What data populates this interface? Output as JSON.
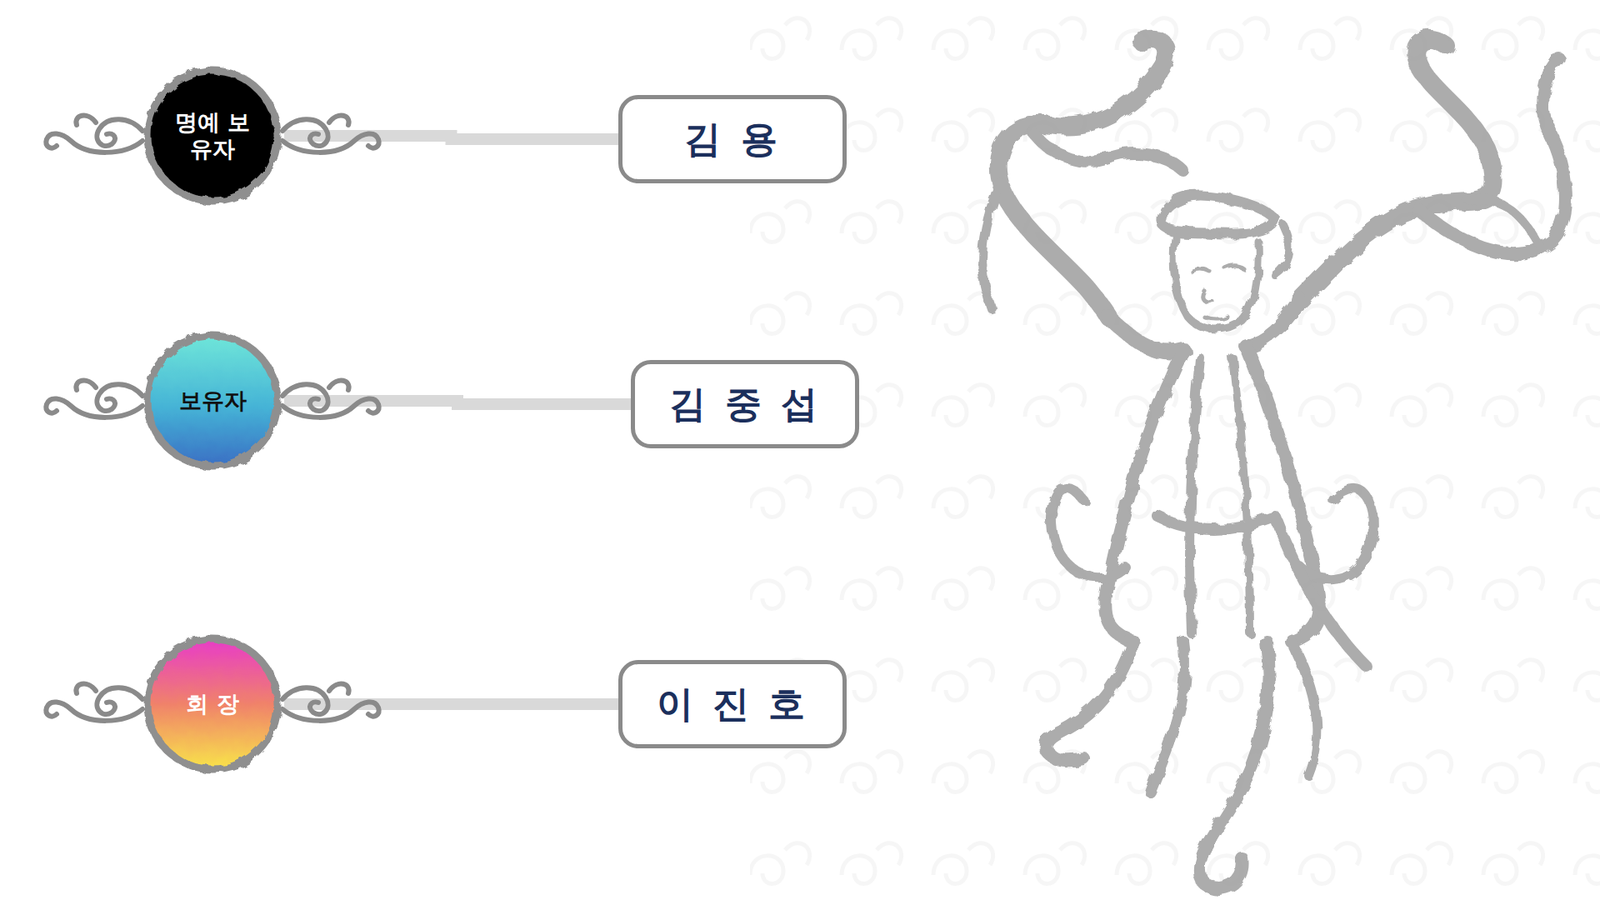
{
  "diagram": {
    "nodes": [
      {
        "text": [
          "명예 보유자"
        ]
      },
      {
        "text": [
          "김 용"
        ]
      },
      {
        "text": [
          "보유자"
        ]
      },
      {
        "text": [
          "김 중 섭"
        ]
      },
      {
        "text": [
          "회 장"
        ]
      },
      {
        "text": [
          "이 진 호"
        ]
      }
    ],
    "edges": [
      {
        "from": 0,
        "to": 1,
        "arrow": "none"
      },
      {
        "from": 2,
        "to": 3,
        "arrow": "none"
      },
      {
        "from": 4,
        "to": 5,
        "arrow": "none"
      }
    ]
  }
}
